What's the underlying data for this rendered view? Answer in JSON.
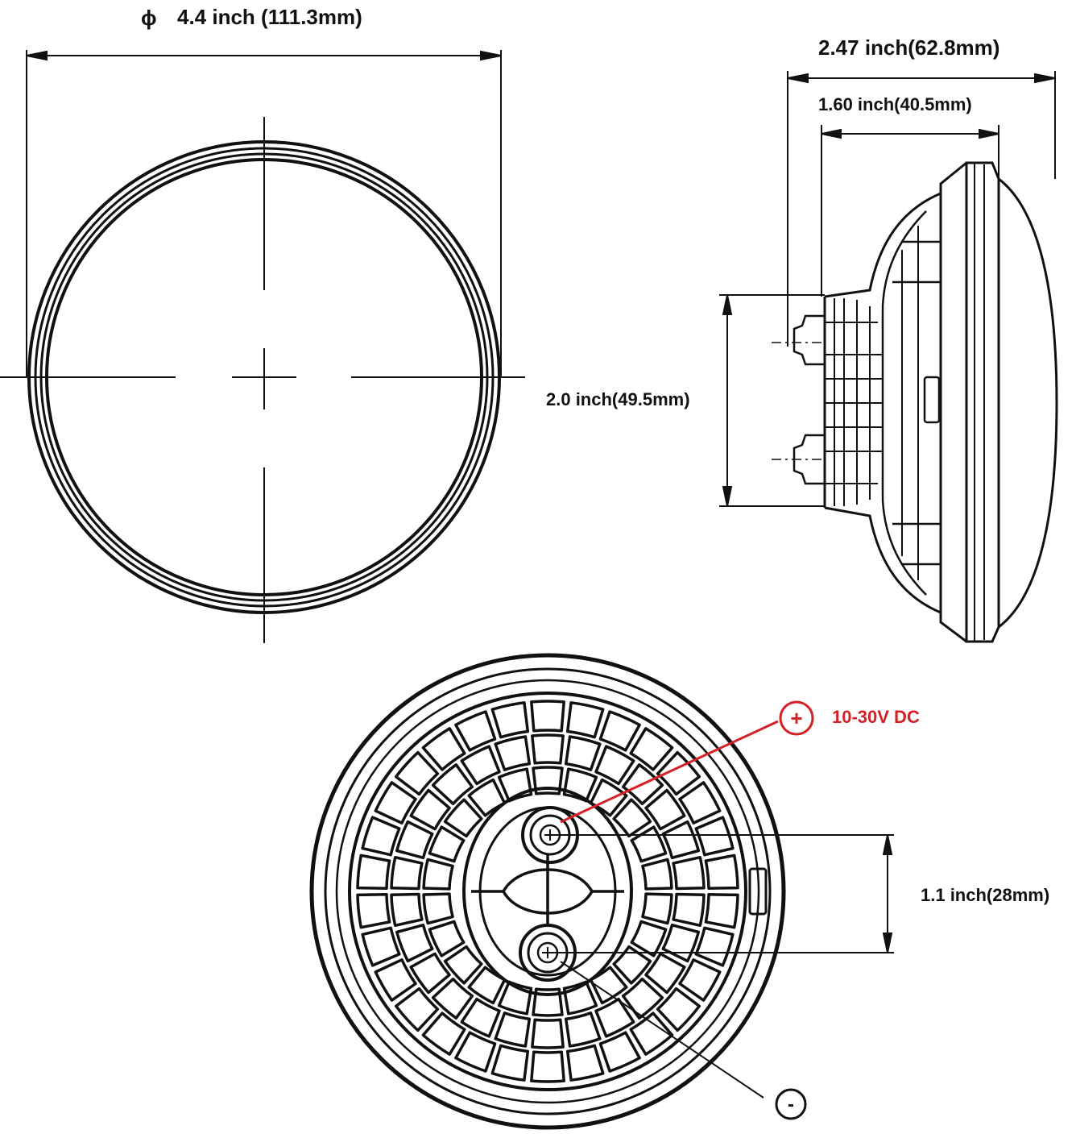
{
  "labels": {
    "diameter_symbol": "ϕ",
    "diameter": "4.4 inch (111.3mm)",
    "total_depth": "2.47 inch(62.8mm)",
    "body_depth": "1.60 inch(40.5mm)",
    "base_height": "2.0 inch(49.5mm)",
    "terminal_spacing": "1.1 inch(28mm)",
    "positive_symbol": "+",
    "positive_voltage": "10-30V DC",
    "negative_symbol": "-"
  },
  "colors": {
    "line": "#111111",
    "positive": "#d42027",
    "background": "#ffffff"
  }
}
